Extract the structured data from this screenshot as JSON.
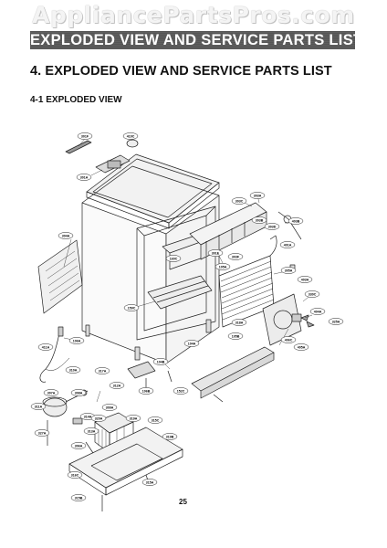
{
  "watermark": "AppliancePartsPros.com",
  "banner": "EXPLODED VIEW AND SERVICE PARTS LIST",
  "section_title": "4. EXPLODED VIEW AND SERVICE PARTS LIST",
  "subsection_title": "4-1  EXPLODED VIEW",
  "page_number": "25",
  "part_labels": {
    "p301f": "301F",
    "p410c": "410C",
    "p301a": "301A",
    "p303c": "303C",
    "p303a": "303A",
    "p403b": "403B",
    "p303b": "303B",
    "p303d": "303D",
    "p304a": "304A",
    "p160c": "160C",
    "p303f": "303F",
    "p105a": "105A",
    "p401a": "401A",
    "p301e": "301E",
    "p305a": "305A",
    "p403a": "403A",
    "p330c": "330C",
    "p159c": "159C",
    "p404a": "404A",
    "p325a": "325A",
    "p318a": "318A",
    "p105b": "105B",
    "p104a": "104A",
    "p406c": "406C",
    "p405a": "405A",
    "p411a": "411A",
    "p106a": "106A",
    "p104b": "104B",
    "p310a": "310A",
    "p317a": "317A",
    "p308a": "308A",
    "p312a": "312A",
    "p106b": "106B",
    "p152c": "152C",
    "p307a": "307A",
    "p309a": "309A",
    "p311a": "311A",
    "p314a": "314A",
    "p320a": "320A",
    "p327a": "327A",
    "p319a": "319A",
    "p315c": "315C",
    "p319b": "319B",
    "p313a": "313A",
    "p306a": "306A",
    "p316c": "316C",
    "p315a": "315A",
    "p315b": "315B"
  }
}
